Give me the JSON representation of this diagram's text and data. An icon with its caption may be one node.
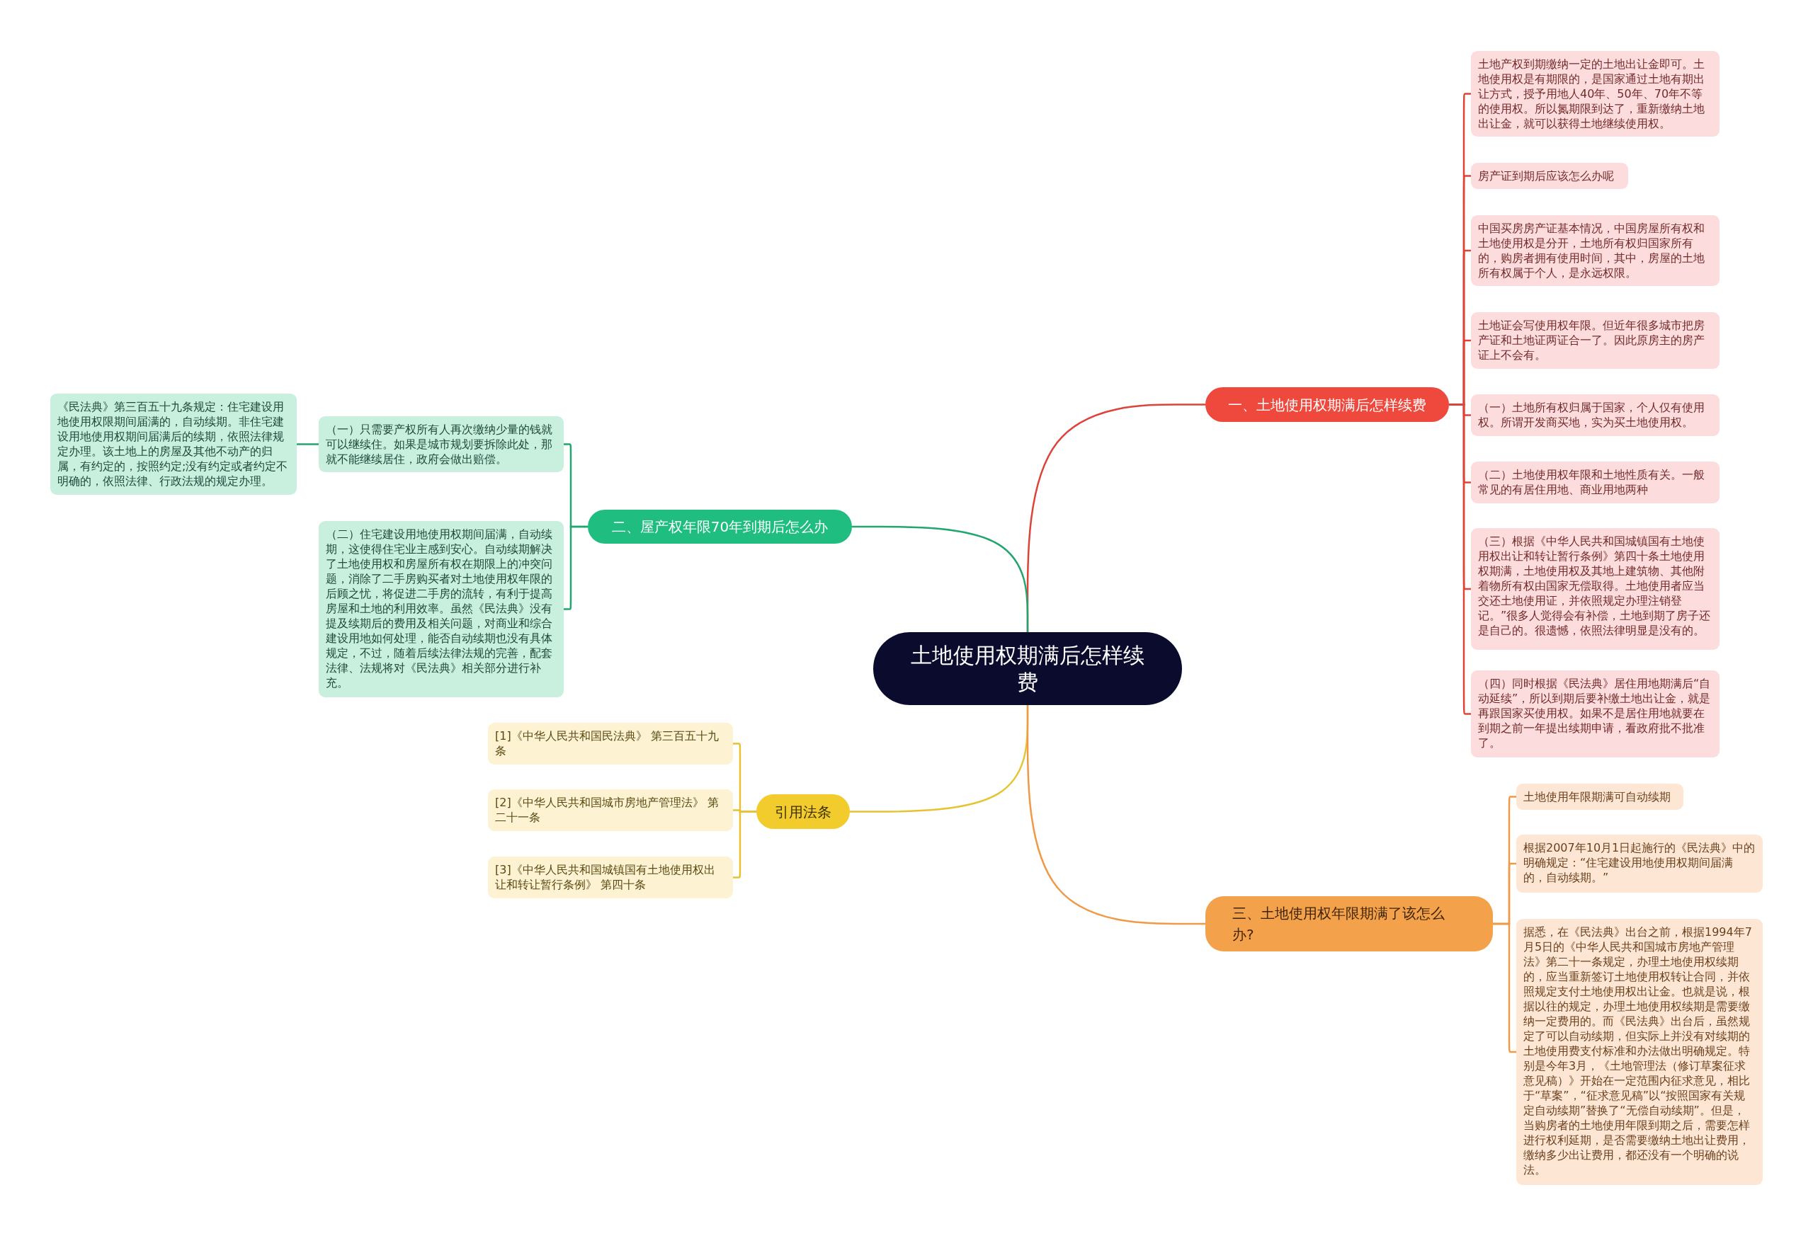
{
  "diagram": {
    "nodes": [
      {
        "text": [
          "土地使用权期满后怎样续费"
        ]
      },
      {
        "text": [
          "一、土地使用权期满后怎样续费"
        ]
      },
      {
        "text": [
          "土地产权到期缴纳一定的土地出让金即可。土地使用权是有期限的，是国家通过土地有期出让方式，授予用地人40年、50年、70年不等的使用权。所以氮期限到达了，重新缴纳土地出让金，就可以获得土地继续使用权。"
        ]
      },
      {
        "text": [
          "房产证到期后应该怎么办呢"
        ]
      },
      {
        "text": [
          "中国买房房产证基本情况，中国房屋所有权和土地使用权是分开，土地所有权归国家所有的，购房者拥有使用时间，其中，房屋的土地所有权属于个人，是永远权限。"
        ]
      },
      {
        "text": [
          "土地证会写使用权年限。但近年很多城市把房产证和土地证两证合一了。因此原房主的房产证上不会有。"
        ]
      },
      {
        "text": [
          "（一）土地所有权归属于国家，个人仅有使用权。所谓开发商买地，实为买土地使用权。"
        ]
      },
      {
        "text": [
          "（二）土地使用权年限和土地性质有关。一般常见的有居住用地、商业用地两种"
        ]
      },
      {
        "text": [
          "（三）根据《中华人民共和国城镇国有土地使用权出让和转让暂行条例》第四十条土地使用权期满，土地使用权及其地上建筑物、其他附着物所有权由国家无偿取得。土地使用者应当交还土地使用证，并依照规定办理注销登记。”很多人觉得会有补偿，土地到期了房子还是自己的。很遗憾，依照法律明显是没有的。"
        ]
      },
      {
        "text": [
          "（四）同时根据《民法典》居住用地期满后“自动延续”，所以到期后要补缴土地出让金，就是再跟国家买使用权。如果不是居住用地就要在到期之前一年提出续期申请，看政府批不批准了。"
        ]
      },
      {
        "text": [
          "二、屋产权年限70年到期后怎么办"
        ]
      },
      {
        "text": [
          "（一）只需要产权所有人再次缴纳少量的钱就可以继续住。如果是城市规划要拆除此处，那就不能继续居住，政府会做出赔偿。"
        ]
      },
      {
        "text": [
          "《民法典》第三百五十九条规定：住宅建设用地使用权限期间届满的，自动续期。非住宅建设用地使用权期间届满后的续期，依照法律规定办理。该土地上的房屋及其他不动产的归属，有约定的，按照约定;没有约定或者约定不明确的，依照法律、行政法规的规定办理。"
        ]
      },
      {
        "text": [
          "（二）住宅建设用地使用权期间届满，自动续期，这使得住宅业主感到安心。自动续期解决了土地使用权和房屋所有权在期限上的冲突问题，消除了二手房购买者对土地使用权年限的后顾之忧，将促进二手房的流转，有利于提高房屋和土地的利用效率。虽然《民法典》没有提及续期后的费用及相关问题，对商业和综合建设用地如何处理，能否自动续期也没有具体规定，不过，随着后续法律法规的完善，配套法律、法规将对《民法典》相关部分进行补充。"
        ]
      },
      {
        "text": [
          "引用法条"
        ]
      },
      {
        "text": [
          "[1]《中华人民共和国民法典》 第三百五十九条"
        ]
      },
      {
        "text": [
          "[2]《中华人民共和国城市房地产管理法》 第二十一条"
        ]
      },
      {
        "text": [
          "[3]《中华人民共和国城镇国有土地使用权出让和转让暂行条例》 第四十条"
        ]
      },
      {
        "text": [
          "三、土地使用权年限期满了该怎么办?"
        ]
      },
      {
        "text": [
          "土地使用年限期满可自动续期"
        ]
      },
      {
        "text": [
          "根据2007年10月1日起施行的《民法典》中的明确规定：“住宅建设用地使用权期间届满的，自动续期。”"
        ]
      },
      {
        "text": [
          "据悉，在《民法典》出台之前，根据1994年7月5日的《中华人民共和国城市房地产管理法》第二十一条规定，办理土地使用权续期的，应当重新签订土地使用权转让合同，并依照规定支付土地使用权出让金。也就是说，根据以往的规定，办理土地使用权续期是需要缴纳一定费用的。而《民法典》出台后，虽然规定了可以自动续期，但实际上并没有对续期的土地使用费支付标准和办法做出明确规定。特别是今年3月，《土地管理法（修订草案征求意见稿）》开始在一定范围内征求意见，相比于“草案”，“征求意见稿”以“按照国家有关规定自动续期”替换了“无偿自动续期”。但是，当购房者的土地使用年限到期之后，需要怎样进行权利延期，是否需要缴纳土地出让费用，缴纳多少出让费用，都还没有一个明确的说法。"
        ]
      }
    ],
    "edges": [
      {
        "from": 0,
        "to": 1,
        "arrow": "none"
      },
      {
        "from": 1,
        "to": 2,
        "arrow": "none"
      },
      {
        "from": 1,
        "to": 3,
        "arrow": "none"
      },
      {
        "from": 1,
        "to": 4,
        "arrow": "none"
      },
      {
        "from": 1,
        "to": 5,
        "arrow": "none"
      },
      {
        "from": 1,
        "to": 6,
        "arrow": "none"
      },
      {
        "from": 1,
        "to": 7,
        "arrow": "none"
      },
      {
        "from": 1,
        "to": 8,
        "arrow": "none"
      },
      {
        "from": 1,
        "to": 9,
        "arrow": "none"
      },
      {
        "from": 0,
        "to": 10,
        "arrow": "none",
        "color": "#23a56f"
      },
      {
        "from": 10,
        "to": 11,
        "arrow": "none",
        "color": "#23a56f"
      },
      {
        "from": 11,
        "to": 12,
        "arrow": "none",
        "color": "#23a56f"
      },
      {
        "from": 10,
        "to": 13,
        "arrow": "none",
        "color": "#23a56f"
      },
      {
        "from": 0,
        "to": 14,
        "arrow": "none",
        "color": "#e6c431"
      },
      {
        "from": 14,
        "to": 15,
        "arrow": "none",
        "color": "#e6c431"
      },
      {
        "from": 14,
        "to": 16,
        "arrow": "none",
        "color": "#e6c431"
      },
      {
        "from": 14,
        "to": 17,
        "arrow": "none",
        "color": "#e6c431"
      },
      {
        "from": 0,
        "to": 18,
        "arrow": "none",
        "color": "#ee9a48"
      },
      {
        "from": 18,
        "to": 19,
        "arrow": "none",
        "color": "#ee9a48"
      },
      {
        "from": 18,
        "to": 20,
        "arrow": "none",
        "color": "#ee9a48"
      },
      {
        "from": 18,
        "to": 21,
        "arrow": "none",
        "color": "#ee9a48"
      }
    ]
  }
}
